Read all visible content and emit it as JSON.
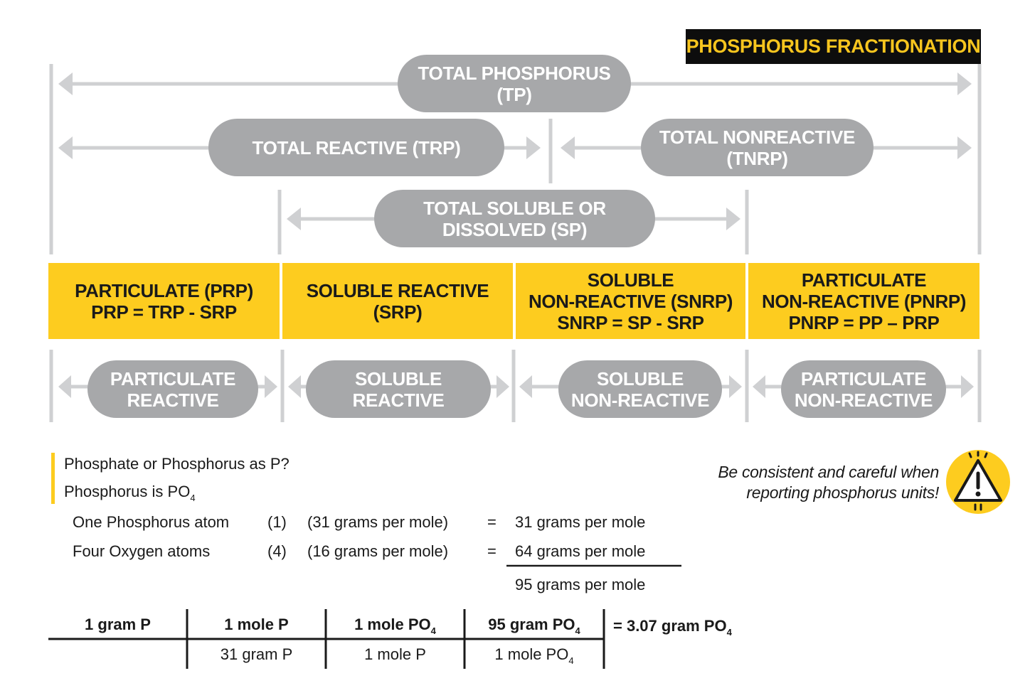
{
  "title": "PHOSPHORUS FRACTIONATION",
  "pills": {
    "tp": [
      "TOTAL PHOSPHORUS",
      "(TP)"
    ],
    "trp": [
      "TOTAL REACTIVE (TRP)"
    ],
    "tnrp": [
      "TOTAL NONREACTIVE",
      "(TNRP)"
    ],
    "sp": [
      "TOTAL SOLUBLE OR",
      "DISSOLVED (SP)"
    ],
    "pr": [
      "PARTICULATE",
      "REACTIVE"
    ],
    "sr": [
      "SOLUBLE",
      "REACTIVE"
    ],
    "snr": [
      "SOLUBLE",
      "NON-REACTIVE"
    ],
    "pnr": [
      "PARTICULATE",
      "NON-REACTIVE"
    ]
  },
  "fractions": [
    [
      "PARTICULATE (PRP)",
      "PRP = TRP - SRP"
    ],
    [
      "SOLUBLE REACTIVE",
      "(SRP)"
    ],
    [
      "SOLUBLE",
      "NON-REACTIVE (SNRP)",
      "SNRP = SP - SRP"
    ],
    [
      "PARTICULATE",
      "NON-REACTIVE (PNRP)",
      "PNRP = PP – PRP"
    ]
  ],
  "notes": {
    "question": "Phosphate or Phosphorus as P?",
    "phosphorus_is": "Phosphorus is PO",
    "sub4": "4"
  },
  "calc": {
    "rows": [
      {
        "label": "One Phosphorus atom",
        "count": "(1)",
        "mass": "(31 grams per mole)",
        "eq": "=",
        "result": "31 grams per mole"
      },
      {
        "label": "Four Oxygen atoms",
        "count": "(4)",
        "mass": "(16 grams per mole)",
        "eq": "=",
        "result": "64 grams per mole"
      }
    ],
    "total": "95 grams per mole"
  },
  "warning": {
    "line1": "Be consistent and careful when",
    "line2": "reporting phosphorus units!"
  },
  "conversion": {
    "top1": "1 gram P",
    "top2": "1 mole P",
    "top3": "1 mole PO",
    "top4": "95 gram PO",
    "bottom2": "31 gram P",
    "bottom3": "1 mole P",
    "bottom4": "1 mole PO",
    "result": "= 3.07 gram PO",
    "sub": "4"
  },
  "colors": {
    "gray": "#a7a8aa",
    "line_gray": "#cfd0d2",
    "yellow": "#fdcc1f",
    "black": "#0d0d0d"
  }
}
